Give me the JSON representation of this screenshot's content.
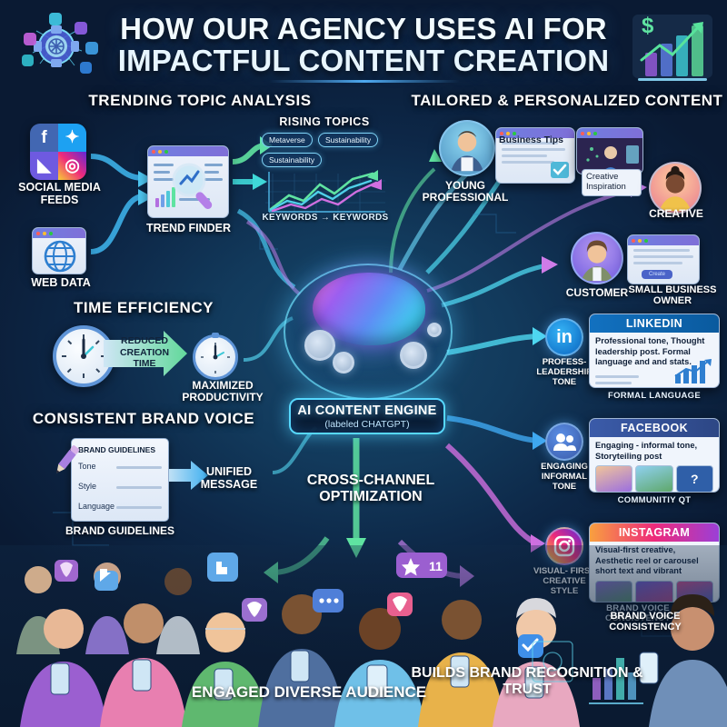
{
  "title": {
    "line1": "HOW OUR AGENCY USES AI FOR",
    "line2": "IMPACTFUL CONTENT CREATION"
  },
  "sections": {
    "trending_header": "TRENDING TOPIC ANALYSIS",
    "tailored_header": "TAILORED & PERSONALIZED CONTENT",
    "time_header": "TIME EFFICIENCY",
    "brand_header": "CONSISTENT BRAND VOICE"
  },
  "trending": {
    "social_feeds_label": "SOCIAL MEDIA FEEDS",
    "web_data_label": "WEB DATA",
    "trend_finder_label": "TREND FINDER",
    "rising_topics_header": "RISING TOPICS",
    "chips": [
      "Metaverse",
      "Sustainability",
      "Sustainability"
    ],
    "keywords_label": "KEYWORDS → KEYWORDS"
  },
  "tailored": {
    "young_professional_label": "YOUNG PROFESSIONAL",
    "business_tips_card": "Business Tips",
    "creative_inspiration_card": "Creative Inspiration",
    "creative_label": "CREATIVE",
    "customer_label": "CUSTOMER",
    "small_business_owner_label": "SMALL BUSINESS OWNER",
    "create_button": "Create"
  },
  "time": {
    "reduced_creation_time": "REDUCED CREATION TIME",
    "maximized_productivity": "MAXIMIZED PRODUCTIVITY"
  },
  "brand": {
    "doc_title": "BRAND GUIDELINES",
    "rows": [
      "Tone",
      "Style",
      "Language"
    ],
    "unified_message": "UNIFIED MESSAGE",
    "caption": "BRAND GUIDELINES"
  },
  "center": {
    "engine_title": "AI CONTENT ENGINE",
    "engine_subtitle": "(labeled CHATGPT)",
    "cross_channel": "CROSS-CHANNEL OPTIMIZATION"
  },
  "channels": [
    {
      "icon": "linkedin-icon",
      "icon_glyph": "in",
      "tone_label": "PROFESS- LEADERSHIP TONE",
      "card_title": "LINKEDIN",
      "card_body": "Professional tone, Thought leadership post. Formal language and and stats.",
      "caption": "FORMAL LANGUAGE",
      "accent": "#0a66c2"
    },
    {
      "icon": "facebook-people-icon",
      "icon_glyph": " ",
      "tone_label": "ENGAGING INFORMAL TONE",
      "card_title": "FACEBOOK",
      "card_body": "Engaging - informal tone, Storyteiling post",
      "caption": "COMMUNITIY QT",
      "accent": "#3b5ba9"
    },
    {
      "icon": "instagram-icon",
      "icon_glyph": "◎",
      "tone_label": "VISUAL- FIRST CREATIVE STYLE",
      "card_title": "INSTAGRAM",
      "card_body": "Visual-first creative, Aesthetic reel or carousel short text and vibrant",
      "caption": "BRAND VOICE CONSISTENCY",
      "accent": "#ee2a7b"
    }
  ],
  "bottom": {
    "engaged_audience": "ENGAGED DIVERSE AUDIENCE",
    "builds_brand": "BUILDS BRAND RECOGNITION & TRUST",
    "badge_count": "11"
  },
  "colors": {
    "background": "#0a1628",
    "accent_cyan": "#57d8ff",
    "accent_green": "#5fe3a1",
    "accent_pink": "#e07ce8",
    "accent_blue": "#3ba0f0"
  }
}
